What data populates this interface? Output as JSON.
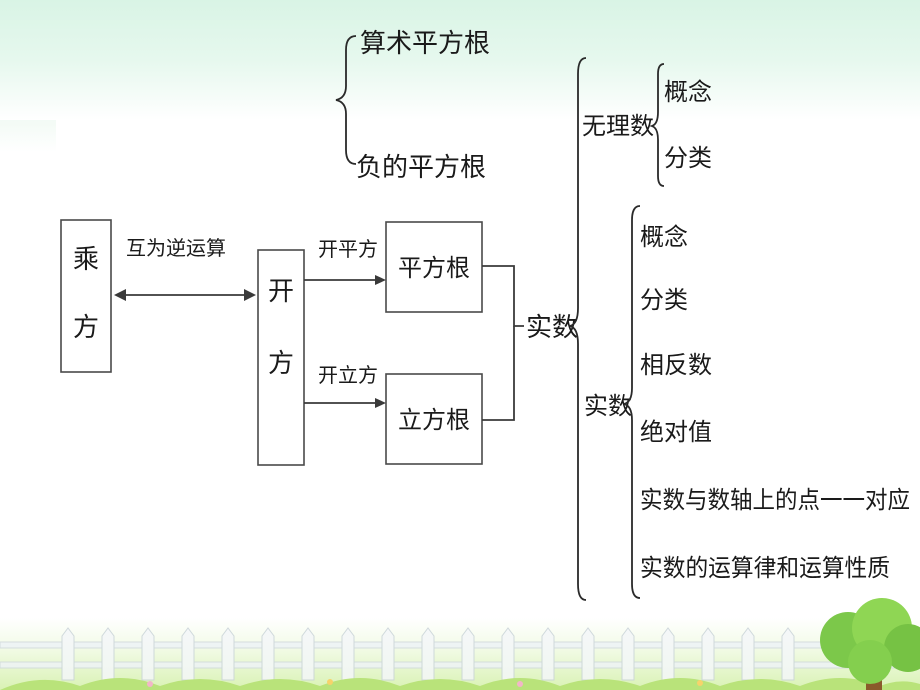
{
  "diagram": {
    "root_box_label": "乘方",
    "inverse_label": "互为逆运算",
    "open_box_label": "开方",
    "sqrt_op_label": "开平方",
    "cbrt_op_label": "开立方",
    "sqrt_box_label": "平方根",
    "cbrt_box_label": "立方根",
    "real_label": "实数",
    "sqrt_branches": [
      "算术平方根",
      "负的平方根"
    ],
    "irrational_label": "无理数",
    "irrational_items": [
      "概念",
      "分类"
    ],
    "real_sub_label": "实数",
    "real_items": [
      "概念",
      "分类",
      "相反数",
      "绝对值",
      "实数与数轴上的点一一对应",
      "实数的运算律和运算性质"
    ]
  },
  "colors": {
    "line": "#3a3a3a",
    "text": "#1a1a1a",
    "header_band": "#dff5e9",
    "grass": "#c8ec8c"
  }
}
